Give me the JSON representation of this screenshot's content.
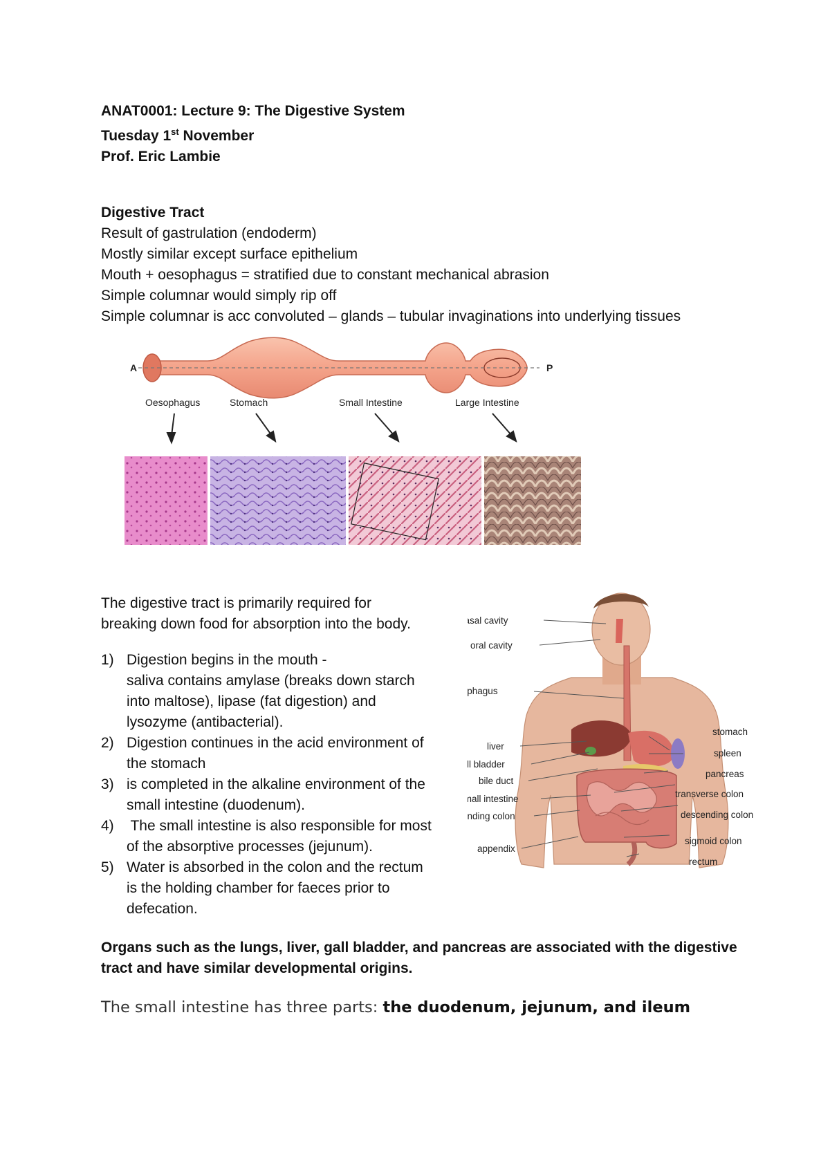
{
  "header": {
    "title": "ANAT0001: Lecture 9: The Digestive System",
    "date_prefix": "Tuesday 1",
    "date_sup": "st",
    "date_suffix": " November",
    "lecturer": "Prof. Eric Lambie"
  },
  "tract": {
    "heading": "Digestive Tract",
    "lines": [
      "Result of gastrulation (endoderm)",
      "Mostly similar except surface epithelium",
      "Mouth + oesophagus = stratified due to constant mechanical abrasion",
      "Simple columnar would simply rip off",
      "Simple columnar is acc convoluted – glands – tubular invaginations into underlying tissues"
    ]
  },
  "tube_diagram": {
    "end_a": "A",
    "end_p": "P",
    "labels": [
      "Oesophagus",
      "Stomach",
      "Small Intestine",
      "Large Intestine"
    ],
    "colors": {
      "tube": "#f4a38a",
      "tube_edge": "#c86a52",
      "h1": "#e07fc0",
      "h2": "#b9a0dc",
      "h3": "#e6a0b4",
      "h4": "#9b7a6e"
    }
  },
  "digestion": {
    "intro": [
      "The digestive tract is primarily required for",
      "breaking down food for absorption into the body."
    ],
    "steps": [
      {
        "num": "1)",
        "lines": [
          "Digestion begins in the mouth -",
          "saliva contains amylase (breaks down starch",
          "into maltose), lipase (fat digestion) and",
          "lysozyme (antibacterial)."
        ]
      },
      {
        "num": "2)",
        "lines": [
          "Digestion continues in the acid environment of",
          "the stomach"
        ]
      },
      {
        "num": "3)",
        "lines": [
          "is completed in the alkaline environment of the",
          "small intestine (duodenum)."
        ]
      },
      {
        "num": "4)",
        "lines": [
          " The small intestine is also responsible for most",
          "of the absorptive processes (jejunum)."
        ]
      },
      {
        "num": "5)",
        "lines": [
          "Water is absorbed in the colon and the rectum",
          "is the holding chamber for faeces prior to",
          "defecation."
        ]
      }
    ]
  },
  "body_diagram": {
    "left_labels": [
      "nasal cavity",
      "oral cavity",
      "oesophagus",
      "liver",
      "gall bladder",
      "bile duct",
      "small intestine",
      "ascending colon",
      "appendix"
    ],
    "right_labels": [
      "stomach",
      "spleen",
      "pancreas",
      "transverse colon",
      "descending colon",
      "sigmoid colon",
      "rectum"
    ]
  },
  "organs": {
    "lines": [
      "Organs such as the lungs, liver, gall bladder, and pancreas are associated with the digestive",
      "tract and have similar developmental origins."
    ]
  },
  "small_intestine": {
    "prefix": "The small intestine has three parts: ",
    "parts": "the duodenum, jejunum, and ileum"
  }
}
